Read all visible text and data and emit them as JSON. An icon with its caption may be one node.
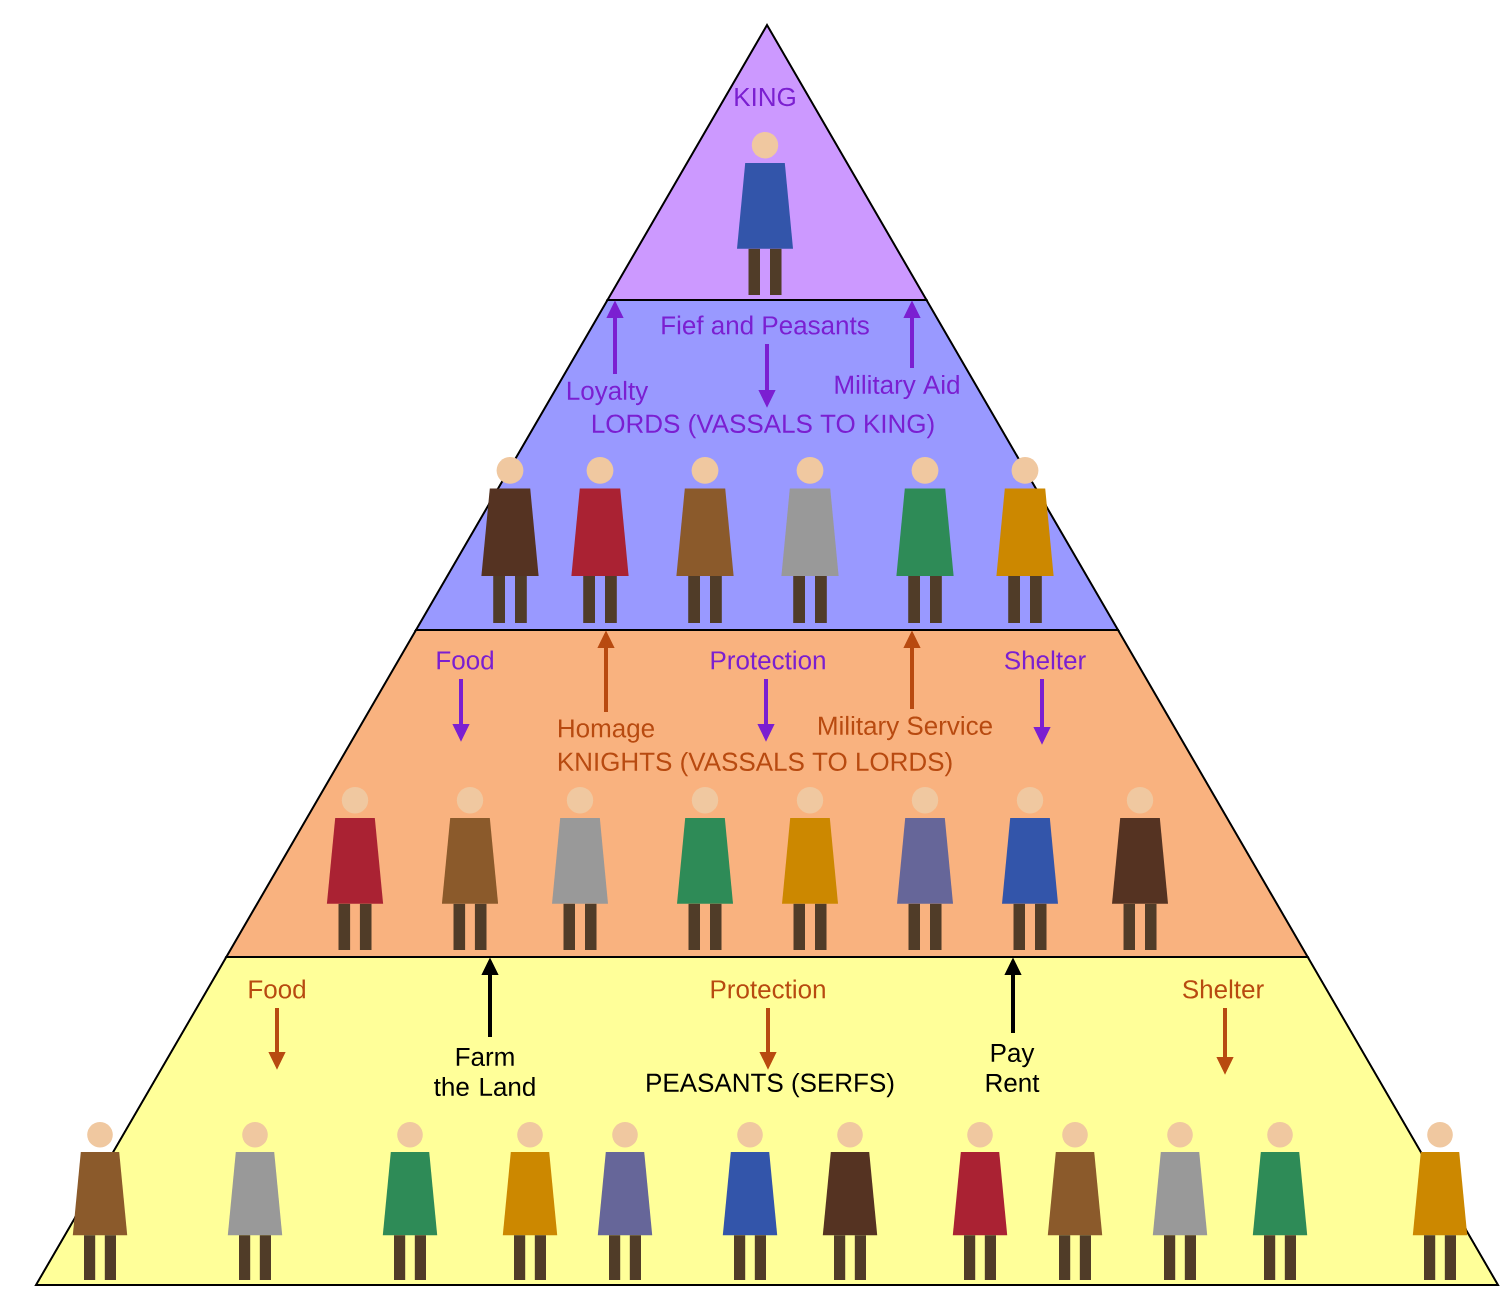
{
  "diagram": {
    "nodes": [
      {
        "text": [
          "KING"
        ]
      },
      {
        "text": [
          "LORDS (VASSALS TO KING)"
        ]
      },
      {
        "text": [
          "Fief and Peasants"
        ],
        "in": 1
      },
      {
        "text": [
          "Loyalty"
        ],
        "in": 1
      },
      {
        "text": [
          "Military Aid"
        ],
        "in": 1
      },
      {
        "text": [
          "KNIGHTS (VASSALS TO LORDS)"
        ]
      },
      {
        "text": [
          "Food"
        ],
        "in": 5
      },
      {
        "text": [
          "Protection"
        ],
        "in": 5
      },
      {
        "text": [
          "Shelter"
        ],
        "in": 5
      },
      {
        "text": [
          "Homage"
        ],
        "in": 5
      },
      {
        "text": [
          "Military Service"
        ],
        "in": 5
      },
      {
        "text": [
          "PEASANTS (SERFS)"
        ]
      },
      {
        "text": [
          "Food"
        ],
        "in": 11
      },
      {
        "text": [
          "Protection"
        ],
        "in": 11
      },
      {
        "text": [
          "Shelter"
        ],
        "in": 11
      },
      {
        "text": [
          "Farm the Land"
        ],
        "in": 11
      },
      {
        "text": [
          "Pay Rent"
        ],
        "in": 11
      }
    ],
    "edges": [
      {
        "from": 2,
        "to": null,
        "arrow": "to"
      },
      {
        "from": 3,
        "to": 0,
        "arrow": "to"
      },
      {
        "from": 4,
        "to": 0,
        "arrow": "to"
      },
      {
        "from": 6,
        "to": null,
        "arrow": "to"
      },
      {
        "from": 7,
        "to": null,
        "arrow": "to"
      },
      {
        "from": 8,
        "to": null,
        "arrow": "to"
      },
      {
        "from": 9,
        "to": 1,
        "arrow": "to",
        "color": "#b84a10"
      },
      {
        "from": 10,
        "to": 1,
        "arrow": "to",
        "color": "#b84a10"
      },
      {
        "from": 12,
        "to": null,
        "arrow": "to",
        "color": "#b84a10"
      },
      {
        "from": 13,
        "to": null,
        "arrow": "to",
        "color": "#b84a10"
      },
      {
        "from": 14,
        "to": null,
        "arrow": "to",
        "color": "#b84a10"
      },
      {
        "from": 15,
        "to": 5,
        "arrow": "to",
        "color": "#000000"
      },
      {
        "from": 16,
        "to": 5,
        "arrow": "to",
        "color": "#000000"
      }
    ]
  }
}
